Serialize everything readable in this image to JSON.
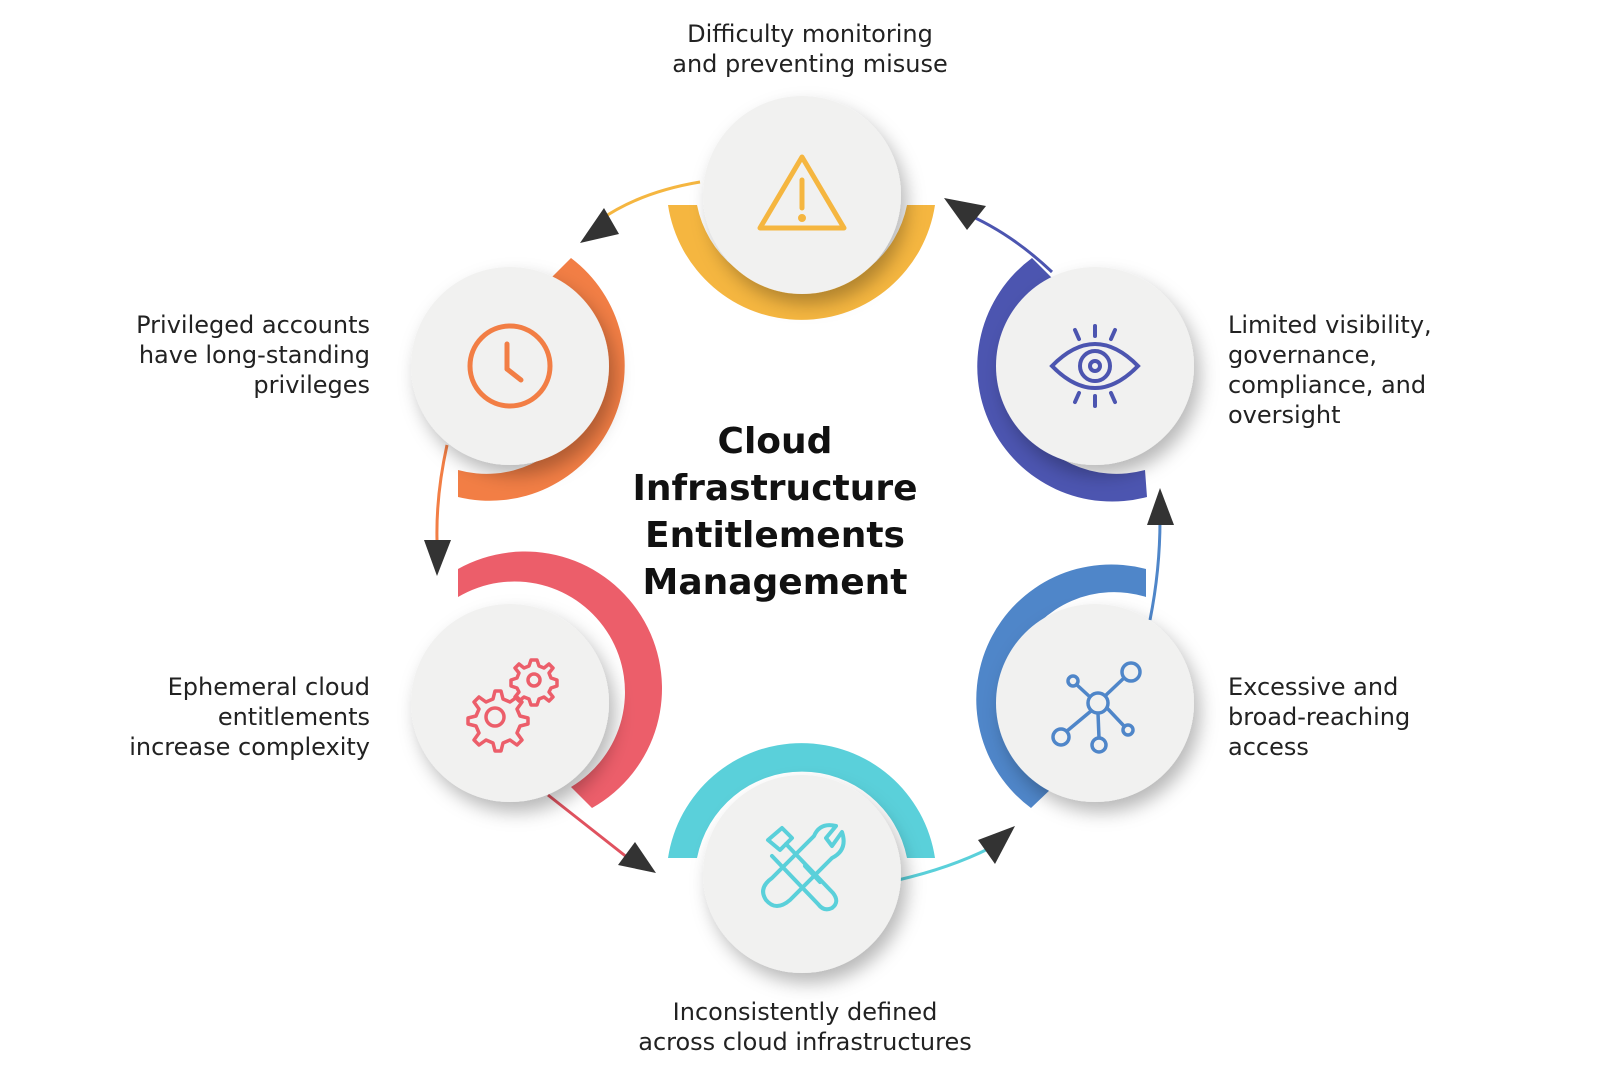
{
  "center_title": [
    "Cloud",
    "Infrastructure",
    "Entitlements",
    "Management"
  ],
  "nodes": [
    {
      "id": "top",
      "icon": "warning-icon",
      "color": "#F5B640",
      "label": [
        "Difficulty monitoring",
        "and preventing misuse"
      ]
    },
    {
      "id": "upper-right",
      "icon": "eye-icon",
      "color": "#4C55B0",
      "label": [
        "Limited visibility,",
        "governance,",
        "compliance, and",
        "oversight"
      ]
    },
    {
      "id": "lower-right",
      "icon": "network-icon",
      "color": "#4F86C9",
      "label": [
        "Excessive and",
        "broad-reaching",
        "access"
      ]
    },
    {
      "id": "bottom",
      "icon": "tools-icon",
      "color": "#5AD0DA",
      "label": [
        "Inconsistently defined",
        "across cloud infrastructures"
      ]
    },
    {
      "id": "lower-left",
      "icon": "gears-icon",
      "color": "#EC5E6A",
      "label": [
        "Ephemeral cloud",
        "entitlements",
        "increase complexity"
      ]
    },
    {
      "id": "upper-left",
      "icon": "clock-icon",
      "color": "#F27E45",
      "label": [
        "Privileged accounts",
        "have long-standing",
        "privileges"
      ]
    }
  ]
}
